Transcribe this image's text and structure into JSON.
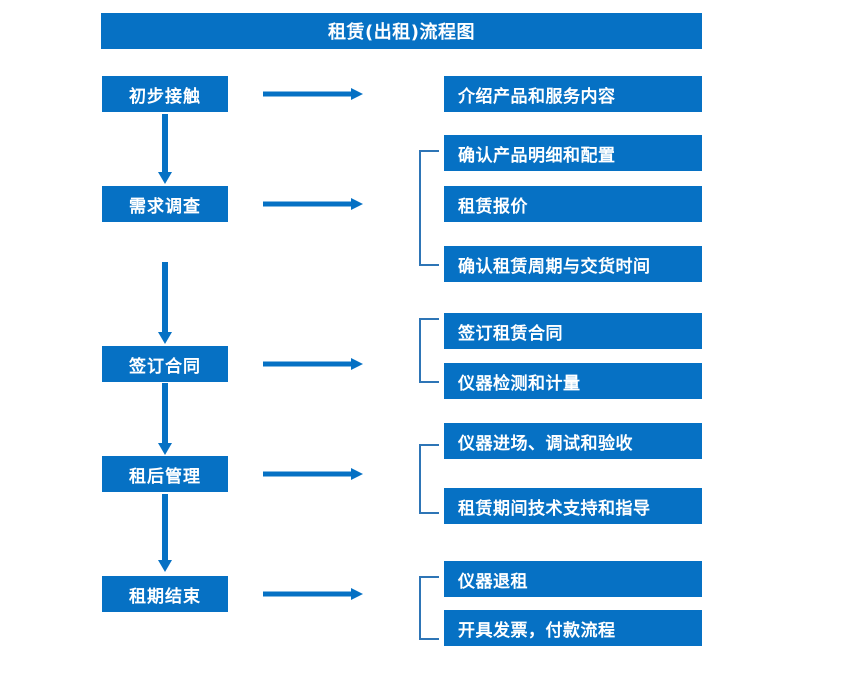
{
  "chart_data": {
    "type": "diagram",
    "title": "租赁(出租)流程图",
    "accent_color": "#0671C4",
    "bracket_color": "#2E75B6",
    "text_color": "#FFFFFF",
    "background": "#FFFFFF",
    "stages": [
      {
        "id": "stage-1",
        "label": "初步接触",
        "details": [
          "介绍产品和服务内容"
        ],
        "bracket": false
      },
      {
        "id": "stage-2",
        "label": "需求调查",
        "details": [
          "确认产品明细和配置",
          "租赁报价",
          "确认租赁周期与交货时间"
        ],
        "bracket": true
      },
      {
        "id": "stage-3",
        "label": "签订合同",
        "details": [
          "签订租赁合同",
          "仪器检测和计量"
        ],
        "bracket": true
      },
      {
        "id": "stage-4",
        "label": "租后管理",
        "details": [
          "仪器进场、调试和验收",
          "租赁期间技术支持和指导"
        ],
        "bracket": true
      },
      {
        "id": "stage-5",
        "label": "租期结束",
        "details": [
          "仪器退租",
          "开具发票，付款流程"
        ],
        "bracket": true
      }
    ]
  },
  "diagram": {
    "title": "租赁(出租)流程图",
    "stages": [
      {
        "label": "初步接触"
      },
      {
        "label": "需求调查"
      },
      {
        "label": "签订合同"
      },
      {
        "label": "租后管理"
      },
      {
        "label": "租期结束"
      }
    ],
    "details": [
      {
        "label": "介绍产品和服务内容"
      },
      {
        "label": "确认产品明细和配置"
      },
      {
        "label": "租赁报价"
      },
      {
        "label": "确认租赁周期与交货时间"
      },
      {
        "label": "签订租赁合同"
      },
      {
        "label": "仪器检测和计量"
      },
      {
        "label": "仪器进场、调试和验收"
      },
      {
        "label": "租赁期间技术支持和指导"
      },
      {
        "label": "仪器退租"
      },
      {
        "label": "开具发票，付款流程"
      }
    ]
  }
}
